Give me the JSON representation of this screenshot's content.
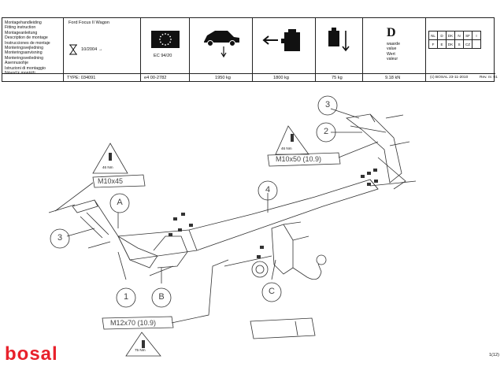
{
  "header": {
    "instructions": [
      "Montagehandleiding",
      "Fitting instruction",
      "Montageanleitung",
      "Description de montage",
      "Instrucciones de montaje",
      "Monteringsvejledning",
      "Monteringsanvisning",
      "Monteringsveiledning",
      "Asennusohje",
      "Istruzioni di montaggio",
      "Návod k montáži"
    ],
    "vehicle": "Ford  Focus II Wagon",
    "date_from": "10/2004",
    "type": "TYPE: 034091",
    "approval": "EC 94/20",
    "approval_code": "e4    00-2782",
    "max_mass": "1950 kg",
    "tow_mass": "1800 kg",
    "vertical_load": "75 kg",
    "d_value": "9.18 kN",
    "d_letter": "D",
    "d_terms": [
      "waarde",
      "value",
      "Wert",
      "valeur"
    ],
    "countries_row1": [
      "NL",
      "D",
      "DK",
      "N",
      "SF",
      "I"
    ],
    "countries_row2": [
      "F",
      "E",
      "DK",
      "S",
      "CZ",
      ""
    ],
    "copyright": "(c) BOSAL 23-11-2010",
    "revision": "Rev. nr. 01"
  },
  "drawing": {
    "torque_1": "46 Nm",
    "torque_2": "46 Nm",
    "torque_3": "75 Nm",
    "bolt_1": "M10x45",
    "bolt_2": "M10x50 (10.9)",
    "bolt_3": "M12x70 (10.9)",
    "callouts": [
      "1",
      "2",
      "3",
      "3",
      "4",
      "A",
      "B",
      "C"
    ]
  },
  "brand": {
    "logo_text": "bosal",
    "color": "#e8212b"
  },
  "page": "1(12)"
}
